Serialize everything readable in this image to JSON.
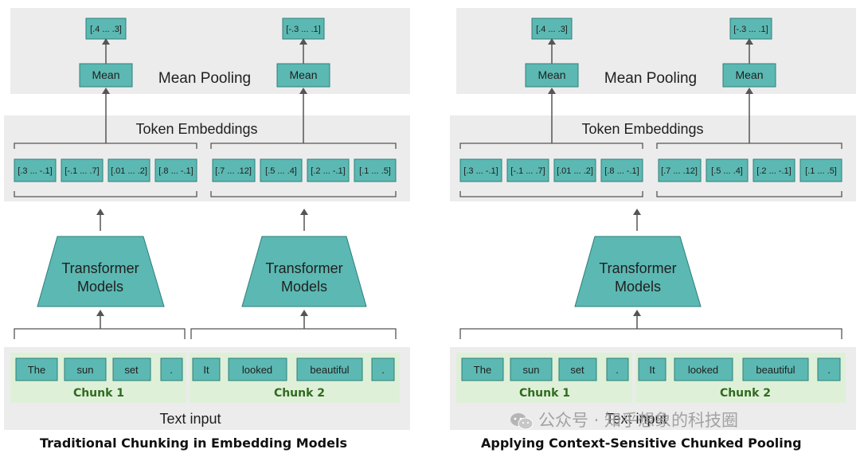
{
  "panels": [
    {
      "title": "Traditional Chunking in Embedding Models",
      "pooling_label": "Mean Pooling",
      "embeddings_label": "Token Embeddings",
      "model_labels": [
        "Transformer Models",
        "Transformer Models"
      ],
      "mean_labels": [
        "Mean",
        "Mean"
      ],
      "outputs": [
        "[.4 ... .3]",
        "[-.3 ... .1]"
      ],
      "embeddings_chunk1": [
        "[.3 ... -.1]",
        "[-.1 ... .7]",
        "[.01 ... .2]",
        "[.8 ... -.1]"
      ],
      "embeddings_chunk2": [
        "[.7 ... .12]",
        "[.5 ... .4]",
        "[.2 ... -.1]",
        "[.1 ... .5]"
      ],
      "tokens_chunk1": [
        "The",
        "sun",
        "set",
        "."
      ],
      "tokens_chunk2": [
        "It",
        "looked",
        "beautiful",
        "."
      ],
      "chunk_labels": [
        "Chunk 1",
        "Chunk 2"
      ],
      "text_input_label": "Text input"
    },
    {
      "title": "Applying Context-Sensitive Chunked Pooling",
      "pooling_label": "Mean Pooling",
      "embeddings_label": "Token Embeddings",
      "model_labels": [
        "Transformer Models"
      ],
      "mean_labels": [
        "Mean",
        "Mean"
      ],
      "outputs": [
        "[.4 ... .3]",
        "[-.3 ... .1]"
      ],
      "embeddings_chunk1": [
        "[.3 ... -.1]",
        "[-.1 ... .7]",
        "[.01 ... .2]",
        "[.8 ... -.1]"
      ],
      "embeddings_chunk2": [
        "[.7 ... .12]",
        "[.5 ... .4]",
        "[.2 ... -.1]",
        "[.1 ... .5]"
      ],
      "tokens_chunk1": [
        "The",
        "sun",
        "set",
        "."
      ],
      "tokens_chunk2": [
        "It",
        "looked",
        "beautiful",
        "."
      ],
      "chunk_labels": [
        "Chunk 1",
        "Chunk 2"
      ],
      "text_input_label": "Text input"
    }
  ],
  "watermark": "公众号 · 知乎想象的科技圈",
  "colors": {
    "teal": "#5cb8b2",
    "teal_border": "#2e7f7a",
    "band": "#ececec",
    "chunk_bg": "#dff0d8",
    "chunk_text": "#2f6b1f",
    "line": "#555555"
  }
}
